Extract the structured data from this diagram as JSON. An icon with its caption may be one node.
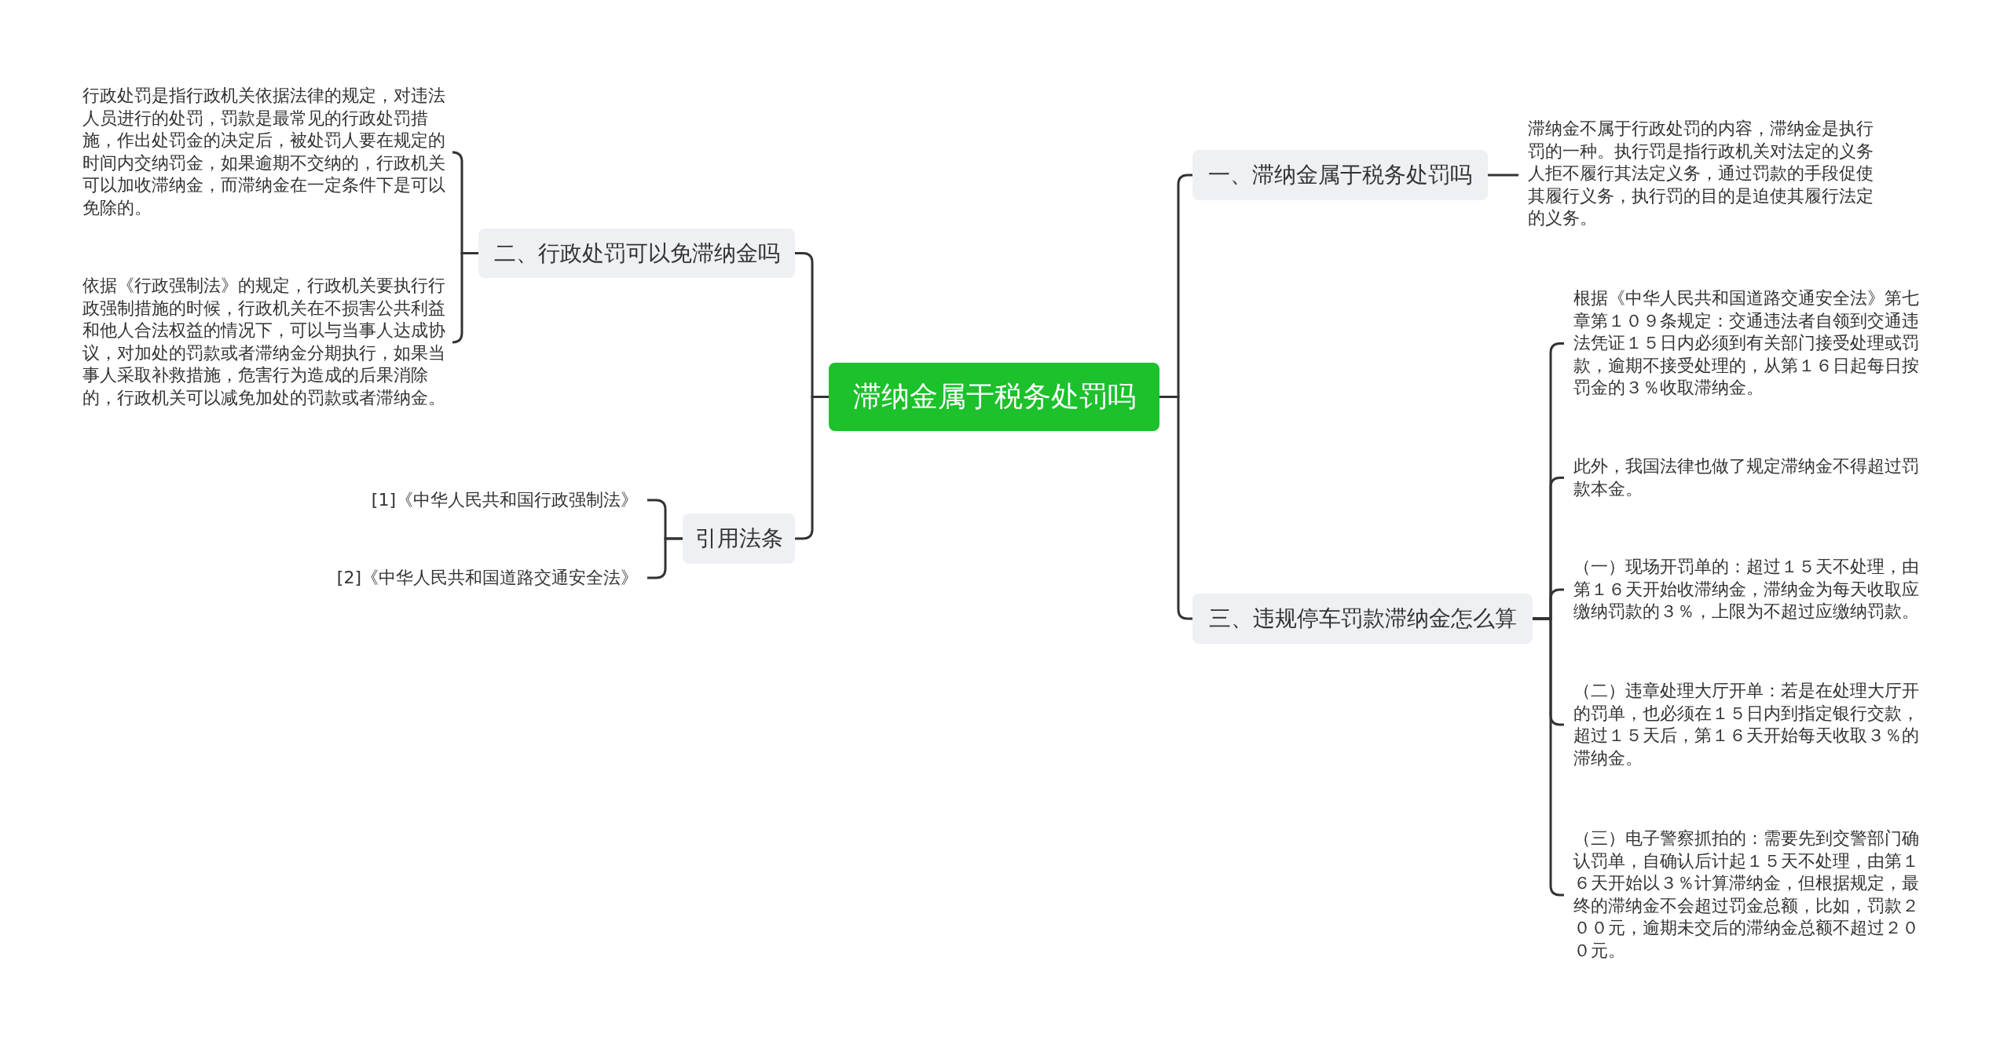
{
  "diagram": {
    "nodes": [
      {
        "text": [
          "滞纳金属于税务处罚吗"
        ]
      },
      {
        "text": [
          "一、滞纳金属于税务处罚吗"
        ]
      },
      {
        "text": [
          "滞纳金不属于行政处罚的内容，滞纳金是执行罚的一种。执行罚是指行政机关对法定的义务人拒不履行其法定义务，通过罚款的手段促使其履行义务，执行罚的目的是迫使其履行法定的义务。"
        ]
      },
      {
        "text": [
          "三、违规停车罚款滞纳金怎么算"
        ]
      },
      {
        "text": [
          "根据《中华人民共和国道路交通安全法》第七章第１０９条规定：交通违法者自领到交通违法凭证１５日内必须到有关部门接受处理或罚款，逾期不接受处理的，从第１６日起每日按罚金的３％收取滞纳金。"
        ]
      },
      {
        "text": [
          "此外，我国法律也做了规定滞纳金不得超过罚款本金。"
        ]
      },
      {
        "text": [
          "（一）现场开罚单的：超过１５天不处理，由第１６天开始收滞纳金，滞纳金为每天收取应缴纳罚款的３％，上限为不超过应缴纳罚款。"
        ]
      },
      {
        "text": [
          "（二）违章处理大厅开单：若是在处理大厅开的罚单，也必须在１５日内到指定银行交款，超过１５天后，第１６天开始每天收取３％的滞纳金。"
        ]
      },
      {
        "text": [
          "（三）电子警察抓拍的：需要先到交警部门确认罚单，自确认后计起１５天不处理，由第１６天开始以３％计算滞纳金，但根据规定，最终的滞纳金不会超过罚金总额，比如，罚款２００元，逾期未交后的滞纳金总额不超过２００元。"
        ]
      },
      {
        "text": [
          "二、行政处罚可以免滞纳金吗"
        ]
      },
      {
        "text": [
          "行政处罚是指行政机关依据法律的规定，对违法人员进行的处罚，罚款是最常见的行政处罚措施，作出处罚金的决定后，被处罚人要在规定的时间内交纳罚金，如果逾期不交纳的，行政机关可以加收滞纳金，而滞纳金在一定条件下是可以免除的。"
        ]
      },
      {
        "text": [
          "依据《行政强制法》的规定，行政机关要执行行政强制措施的时候，行政机关在不损害公共利益和他人合法权益的情况下，可以与当事人达成协议，对加处的罚款或者滞纳金分期执行，如果当事人采取补救措施，危害行为造成的后果消除的，行政机关可以减免加处的罚款或者滞纳金。"
        ]
      },
      {
        "text": [
          "引用法条"
        ]
      },
      {
        "text": [
          "[1]《中华人民共和国行政强制法》"
        ]
      },
      {
        "text": [
          "[2]《中华人民共和国道路交通安全法》"
        ]
      }
    ],
    "edges": [
      {
        "from": 0,
        "to": 1,
        "arrow": "none"
      },
      {
        "from": 1,
        "to": 2,
        "arrow": "none"
      },
      {
        "from": 0,
        "to": 3,
        "arrow": "none"
      },
      {
        "from": 3,
        "to": 4,
        "arrow": "none"
      },
      {
        "from": 3,
        "to": 5,
        "arrow": "none"
      },
      {
        "from": 3,
        "to": 6,
        "arrow": "none"
      },
      {
        "from": 3,
        "to": 7,
        "arrow": "none"
      },
      {
        "from": 3,
        "to": 8,
        "arrow": "none"
      },
      {
        "from": 0,
        "to": 9,
        "arrow": "none"
      },
      {
        "from": 9,
        "to": 10,
        "arrow": "none"
      },
      {
        "from": 9,
        "to": 11,
        "arrow": "none"
      },
      {
        "from": 0,
        "to": 12,
        "arrow": "none"
      },
      {
        "from": 12,
        "to": 13,
        "arrow": "none"
      },
      {
        "from": 12,
        "to": 14,
        "arrow": "none"
      }
    ]
  }
}
